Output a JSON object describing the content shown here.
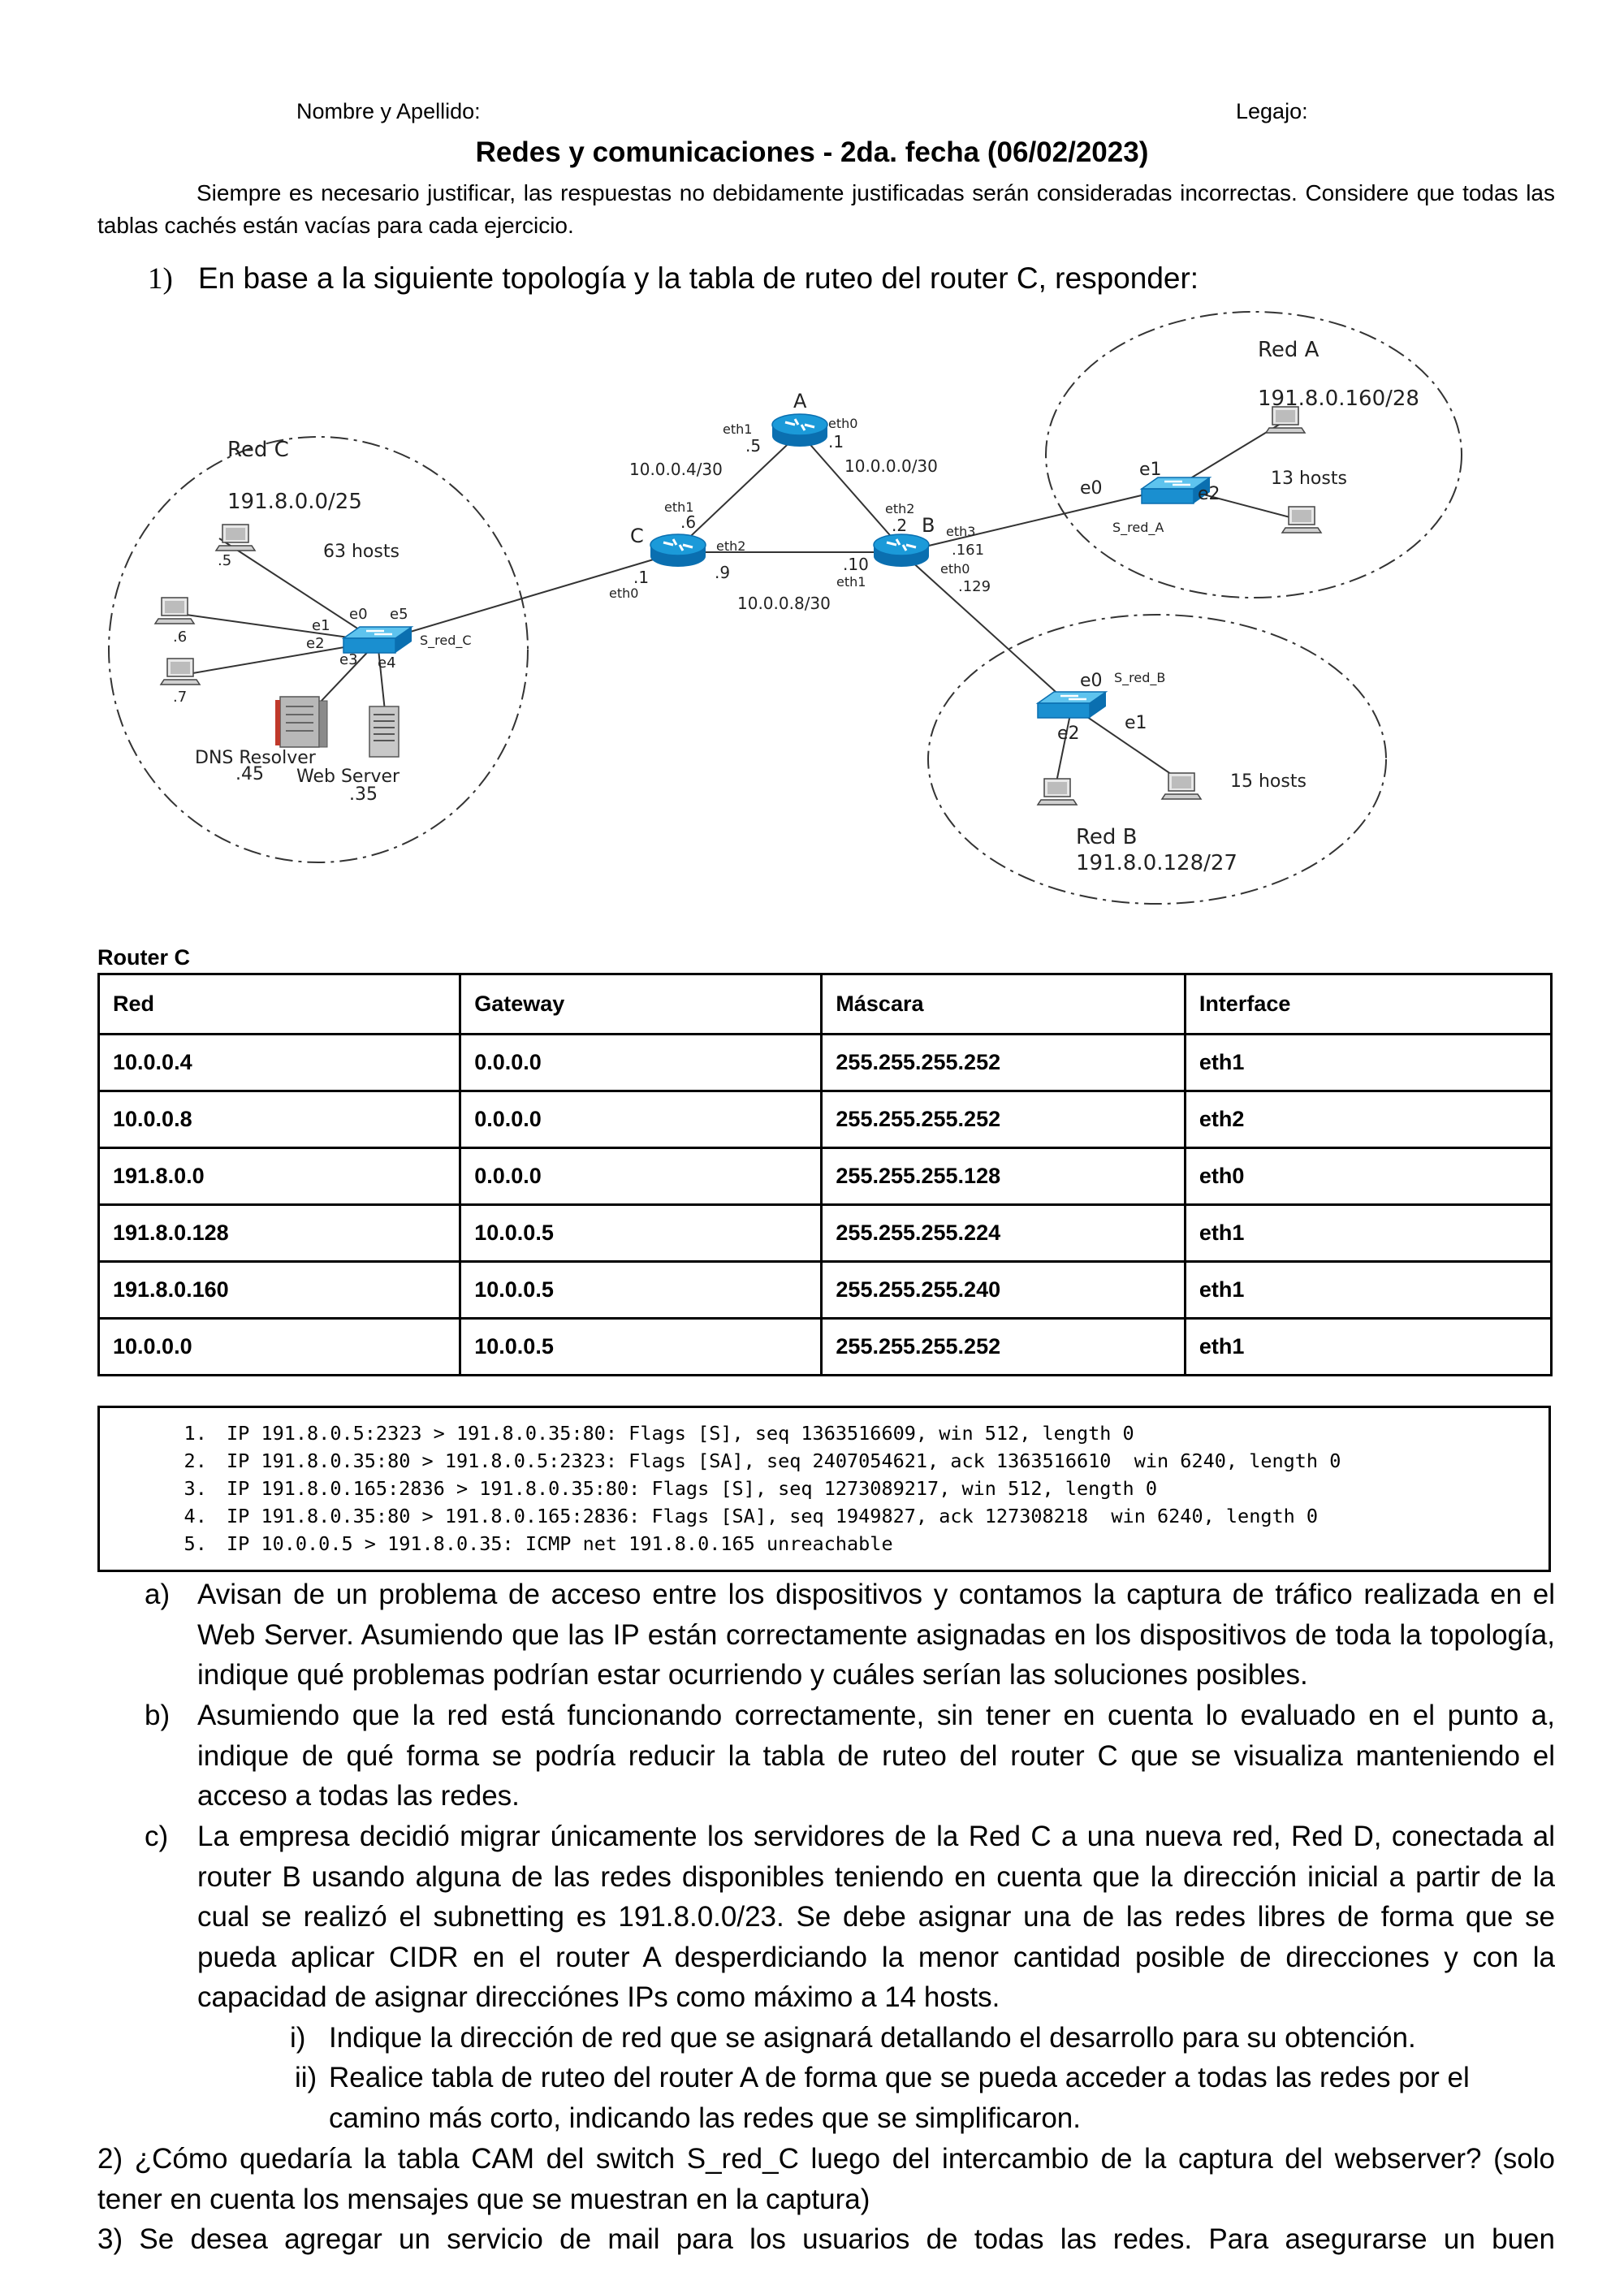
{
  "header": {
    "name_label": "Nombre y Apellido:",
    "legajo_label": "Legajo:",
    "title": "Redes y comunicaciones - 2da. fecha (06/02/2023)",
    "intro": "Siempre es necesario justificar, las respuestas no debidamente justificadas serán consideradas incorrectas. Considere  que todas las tablas cachés están vacías para cada ejercicio."
  },
  "q1": {
    "number": "1)",
    "text": "En base a la siguiente topología y la tabla de ruteo del router C, responder:"
  },
  "diagram": {
    "red_a": {
      "name": "Red A",
      "net": "191.8.0.160/28",
      "hosts": "13 hosts",
      "switch": "S_red_A",
      "e0": "e0",
      "e1": "e1",
      "e2": "e2"
    },
    "red_b": {
      "name": "Red B",
      "net": "191.8.0.128/27",
      "hosts": "15 hosts",
      "switch": "S_red_B",
      "e0": "e0",
      "e1": "e1",
      "e2": "e2"
    },
    "red_c": {
      "name": "Red C",
      "net": "191.8.0.0/25",
      "hosts": "63 hosts",
      "switch": "S_red_C",
      "e0": "e0",
      "e1": "e1",
      "e2": "e2",
      "e3": "e3",
      "e4": "e4",
      "e5": "e5",
      "host_5": ".5",
      "host_6": ".6",
      "host_7": ".7",
      "dns": "DNS Resolver",
      "dns_ip": ".45",
      "web": "Web Server",
      "web_ip": ".35"
    },
    "router_a": {
      "name": "A",
      "eth1": "eth1",
      "eth1_ip": ".5",
      "eth0": "eth0",
      "eth0_ip": ".1"
    },
    "router_b": {
      "name": "B",
      "eth2": "eth2",
      "eth2_ip": ".2",
      "eth3": "eth3",
      "eth3_ip": ".161",
      "eth0": "eth0",
      "eth0_ip": ".129",
      "eth1": "eth1",
      "eth1_ip": ".10"
    },
    "router_c": {
      "name": "C",
      "eth1": "eth1",
      "eth1_ip": ".6",
      "eth2": "eth2",
      "eth2_ip": ".9",
      "eth0": "eth0",
      "eth0_ip": ".1"
    },
    "link_ac": "10.0.0.4/30",
    "link_ab": "10.0.0.0/30",
    "link_cb": "10.0.0.8/30"
  },
  "routing_table": {
    "caption": "Router C",
    "headers": [
      "Red",
      "Gateway",
      "Máscara",
      "Interface"
    ],
    "rows": [
      [
        "10.0.0.4",
        "0.0.0.0",
        "255.255.255.252",
        "eth1"
      ],
      [
        "10.0.0.8",
        "0.0.0.0",
        "255.255.255.252",
        "eth2"
      ],
      [
        "191.8.0.0",
        "0.0.0.0",
        "255.255.255.128",
        "eth0"
      ],
      [
        "191.8.0.128",
        "10.0.0.5",
        "255.255.255.224",
        "eth1"
      ],
      [
        "191.8.0.160",
        "10.0.0.5",
        "255.255.255.240",
        "eth1"
      ],
      [
        "10.0.0.0",
        "10.0.0.5",
        "255.255.255.252",
        "eth1"
      ]
    ]
  },
  "capture": [
    "IP 191.8.0.5:2323 > 191.8.0.35:80: Flags [S], seq 1363516609, win 512, length 0",
    "IP 191.8.0.35:80 > 191.8.0.5:2323: Flags [SA], seq 2407054621, ack 1363516610  win 6240, length 0",
    "IP 191.8.0.165:2836 > 191.8.0.35:80: Flags [S], seq 1273089217, win 512, length 0",
    "IP 191.8.0.35:80 > 191.8.0.165:2836: Flags [SA], seq 1949827, ack 127308218  win 6240, length 0",
    "IP 10.0.0.5 > 191.8.0.35: ICMP net 191.8.0.165 unreachable"
  ],
  "questions": {
    "a_label": "a)",
    "a": "Avisan de un problema de acceso entre los dispositivos y contamos la captura de tráfico realizada en el Web Server. Asumiendo que las IP están correctamente asignadas en los dispositivos de toda la topología, indique qué problemas podrían estar ocurriendo y cuáles serían las soluciones posibles.",
    "b_label": "b)",
    "b": "Asumiendo que la red está funcionando correctamente, sin tener en cuenta lo evaluado en el punto a, indique de qué forma se podría reducir la tabla de ruteo del router C que se visualiza manteniendo el acceso a todas las redes.",
    "c_label": "c)",
    "c": "La empresa decidió migrar únicamente los servidores de la Red C a una nueva red, Red D, conectada al router B usando alguna de las redes disponibles teniendo en cuenta que la dirección inicial a partir de la cual se realizó el subnetting es 191.8.0.0/23. Se debe asignar una de las redes libres de forma que se pueda aplicar CIDR en el router A  desperdiciando la menor cantidad posible de direcciones y con la capacidad de asignar direcciónes IPs como máximo a 14 hosts.",
    "ci_label": "i)",
    "ci": "Indique la dirección de red que se asignará detallando el desarrollo para su obtención.",
    "cii_label": "ii)",
    "cii": "Realice tabla de ruteo del router A de forma que se pueda acceder a todas las redes por el camino más corto, indicando las redes que se simplificaron.",
    "q2": "2) ¿Cómo quedaría la tabla CAM del switch S_red_C luego del intercambio de la captura del webserver? (solo tener en cuenta los mensajes que se muestran en la captura)",
    "q3": "3) Se desea agregar un servicio de mail para los usuarios de todas las redes. Para asegurarse un buen"
  }
}
